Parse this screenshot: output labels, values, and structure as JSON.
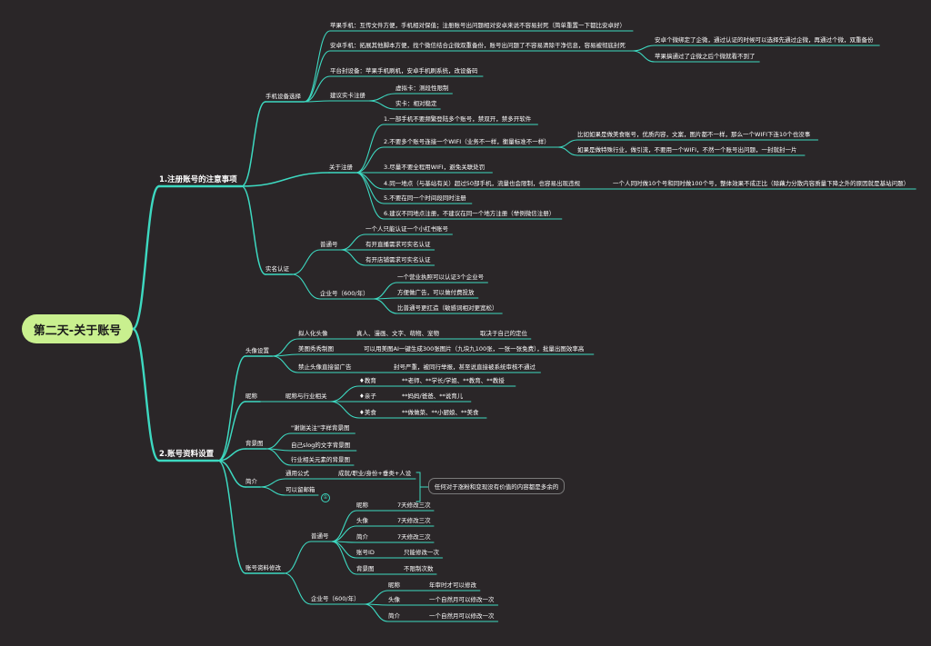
{
  "root": "第二天-关于账号",
  "colors": {
    "branch": "#3dd9c1",
    "root_fill": "#c9f08f",
    "background": "#2a2628",
    "text": "#ffffff"
  },
  "nodes": {
    "b1": "1.注册账号的注意事项",
    "b1_phone": "手机设备选择",
    "b1_phone_apple": "苹果手机：互传文件方便，手机相对保值；注册账号出问题相对安卓来说不容易封死（简单重置一下都比安卓好）",
    "b1_phone_android": "安卓手机：拓展其他脚本方便，找个微信结合企微双重备份，账号出问题了不容易清除干净信息，容易被彻底封死",
    "b1_phone_android_c1": "安卓个微绑定了企微，通过认证的时候可以选择先通过企微，再通过个微，双重备份",
    "b1_phone_android_c2": "苹果搞通过了企微之后个微就看不到了",
    "b1_phone_platform": "平台封设备：苹果手机刷机，安卓手机刷系统，改设备码",
    "b1_phone_sim": "建议实卡注册",
    "b1_phone_sim_virtual": "虚拟卡：测段性限制",
    "b1_phone_sim_real": "实卡：相对稳定",
    "b1_reg": "关于注册",
    "b1_reg_1": "1.一部手机不要频繁登陆多个账号，禁双开，禁多开软件",
    "b1_reg_2": "2.不要多个账号连接一个WIFI（业务不一样，衡量标准不一样）",
    "b1_reg_2_c1": "比如如果是做美食账号，优质内容，文案，图片都不一样，那么一个WIFI下连10个也没事",
    "b1_reg_2_c2": "如果是做特殊行业，做引流，不要用一个WIFI，不然一个账号出问题，一封就封一片",
    "b1_reg_3": "3.尽量不要全程用WIFI，避免关联处罚",
    "b1_reg_4": "4.同一地点（与基站有关）超过50部手机，流量也会限制，也容易出现违规",
    "b1_reg_4_c1": "一个人同时做10个号和同时做100个号，整体效果不成正比（除藕力分散内容质量下降之外的原因就是基站问题）",
    "b1_reg_5": "5.不要在同一个时间段同时注册",
    "b1_reg_6": "6.建议不同地点注册，不建议在同一个地方注册（举例微信注册）",
    "b1_auth": "实名认证",
    "b1_auth_personal": "普通号",
    "b1_auth_personal_1": "一个人只能认证一个小红书账号",
    "b1_auth_personal_2": "有开直播需求可实名认证",
    "b1_auth_personal_3": "有开店铺需求可实名认证",
    "b1_auth_ent": "企业号（600/年）",
    "b1_auth_ent_1": "一个营业执照可以认证3个企业号",
    "b1_auth_ent_2": "方便做广告，可以做付费投放",
    "b1_auth_ent_3": "比普通号更扛造（敏感词相对更宽松）",
    "b2": "2.账号资料设置",
    "b2_avatar": "头像设置",
    "b2_avatar_1": "拟人化头像",
    "b2_avatar_1_a": "真人、漫画、文字、萌物、宠物",
    "b2_avatar_1_b": "取决于自己的定位",
    "b2_avatar_2": "美图秀秀制图",
    "b2_avatar_2_a": "可以用美图AI一键生成300张图片（九块九100张，一张一张免费），批量出图效率高",
    "b2_avatar_3": "禁止头像直接留广告",
    "b2_avatar_3_a": "封号严重，被同行举报，甚至说直接被系统审核不通过",
    "b2_nick": "昵称",
    "b2_nick_1": "昵称与行业相关",
    "b2_nick_edu": "♦教育",
    "b2_nick_edu_a": "**老师、**学长/学姐、**教育、**教授",
    "b2_nick_baby": "♦亲子",
    "b2_nick_baby_a": "**妈妈/爸爸、**说育儿",
    "b2_nick_food": "♦美食",
    "b2_nick_food_a": "**做做菜、**小厨娘、**美食",
    "b2_bg": "背景图",
    "b2_bg_1": "\"谢谢关注\"字样背景图",
    "b2_bg_2": "自己slog的文字背景图",
    "b2_bg_3": "行业相关元素的背景图",
    "b2_intro": "简介",
    "b2_intro_1": "通用公式",
    "b2_intro_1_a": "成就/职业/身份+垂类+人设",
    "b2_intro_2": "可以留邮箱",
    "b2_intro_mark": "①",
    "b2_intro_note": "任何对于涨粉和变现没有价值的内容都是多余的",
    "b2_edit": "账号资料修改",
    "b2_edit_n": "普通号",
    "b2_edit_n_nick": "昵称",
    "b2_edit_n_nick_a": "7天修改三次",
    "b2_edit_n_avatar": "头像",
    "b2_edit_n_avatar_a": "7天修改三次",
    "b2_edit_n_intro": "简介",
    "b2_edit_n_intro_a": "7天修改三次",
    "b2_edit_n_id": "账号ID",
    "b2_edit_n_id_a": "只能修改一次",
    "b2_edit_n_bg": "背景图",
    "b2_edit_n_bg_a": "不限制次数",
    "b2_edit_e": "企业号（600/年）",
    "b2_edit_e_nick": "昵称",
    "b2_edit_e_nick_a": "年审时才可以修改",
    "b2_edit_e_avatar": "头像",
    "b2_edit_e_avatar_a": "一个自然月可以修改一次",
    "b2_edit_e_intro": "简介",
    "b2_edit_e_intro_a": "一个自然月可以修改一次"
  }
}
